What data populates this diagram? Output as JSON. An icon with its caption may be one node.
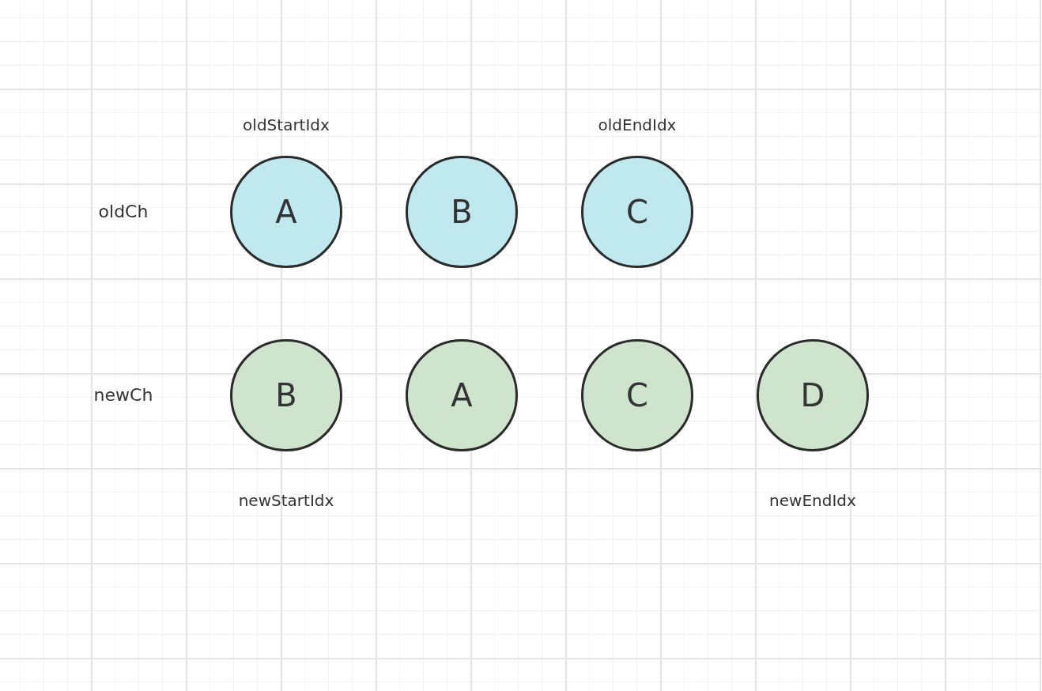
{
  "diagram": {
    "nodes": [
      {
        "text": [
          "A"
        ],
        "beside": [
          "oldStartIdx"
        ]
      },
      {
        "text": [
          "B"
        ]
      },
      {
        "text": [
          "C"
        ],
        "beside": [
          "oldEndIdx"
        ]
      },
      {
        "text": [
          "B"
        ],
        "beside": [
          "newStartIdx"
        ]
      },
      {
        "text": [
          "A"
        ]
      },
      {
        "text": [
          "C"
        ]
      },
      {
        "text": [
          "D"
        ],
        "beside": [
          "newEndIdx"
        ]
      }
    ],
    "labels": [
      "oldCh",
      "newCh"
    ]
  }
}
